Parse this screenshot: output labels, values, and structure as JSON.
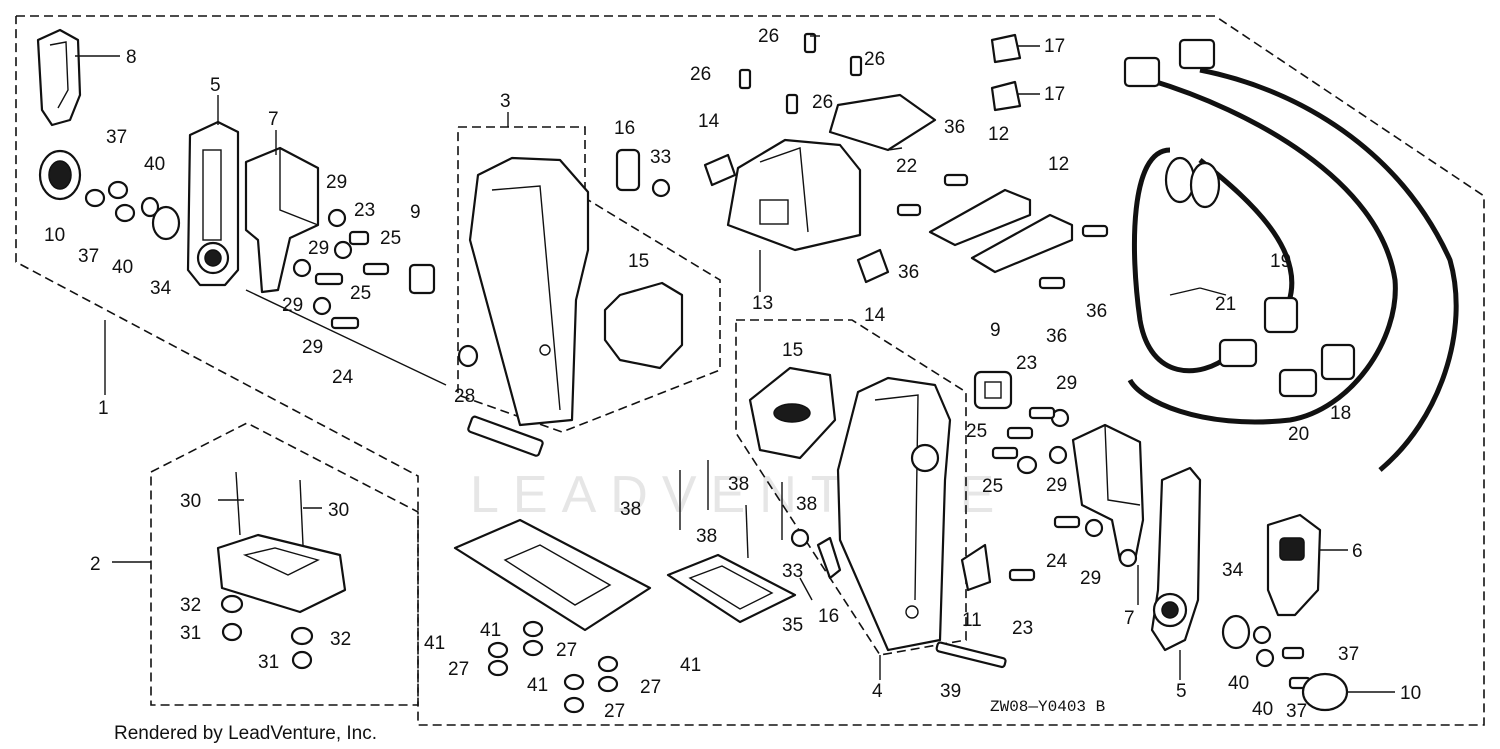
{
  "watermark": "LEADVENTURE",
  "credit": "Rendered by LeadVenture, Inc.",
  "diagram_code": "ZW08—Y0403 B",
  "callouts": [
    "1",
    "2",
    "3",
    "4",
    "5",
    "5",
    "6",
    "7",
    "7",
    "8",
    "9",
    "9",
    "10",
    "10",
    "11",
    "12",
    "12",
    "13",
    "14",
    "14",
    "15",
    "15",
    "16",
    "16",
    "17",
    "17",
    "18",
    "19",
    "20",
    "21",
    "22",
    "23",
    "23",
    "23",
    "24",
    "24",
    "25",
    "25",
    "25",
    "25",
    "26",
    "26",
    "26",
    "26",
    "27",
    "27",
    "27",
    "27",
    "28",
    "29",
    "29",
    "29",
    "29",
    "29",
    "29",
    "29",
    "30",
    "30",
    "31",
    "31",
    "32",
    "32",
    "33",
    "33",
    "34",
    "34",
    "35",
    "36",
    "36",
    "36",
    "36",
    "37",
    "37",
    "37",
    "37",
    "38",
    "38",
    "38",
    "38",
    "39",
    "40",
    "40",
    "40",
    "40",
    "41",
    "41",
    "41",
    "41"
  ]
}
